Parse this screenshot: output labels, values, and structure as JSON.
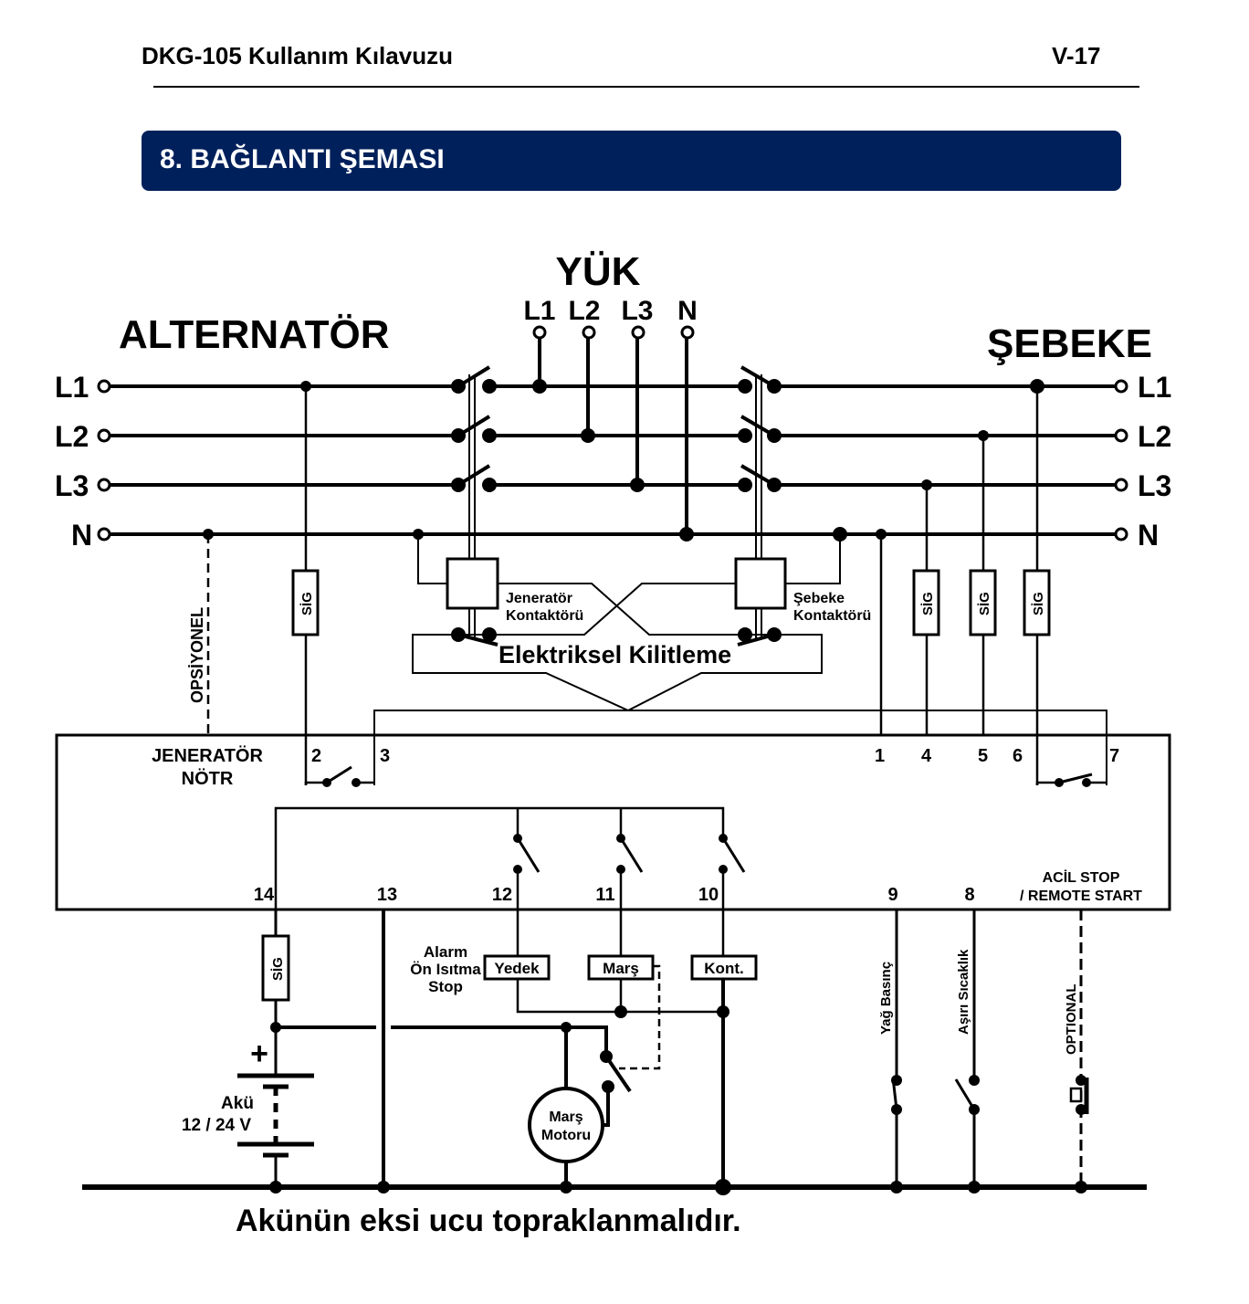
{
  "header": {
    "doc_title": "DKG-105 Kullanım Kılavuzu",
    "page": "V-17"
  },
  "section_title": "8. BAĞLANTI ŞEMASI",
  "diagram": {
    "load_title": "YÜK",
    "load_terms": [
      "L1",
      "L2",
      "L3",
      "N"
    ],
    "alternator_title": "ALTERNATÖR",
    "mains_title": "ŞEBEKE",
    "line_labels": [
      "L1",
      "L2",
      "L3",
      "N"
    ],
    "fuse_label": "SİG",
    "gen_contactor": [
      "Jeneratör",
      "Kontaktörü"
    ],
    "mains_contactor": [
      "Şebeke",
      "Kontaktörü"
    ],
    "interlock": "Elektriksel Kilitleme",
    "optional_v": "OPSİYONEL",
    "gen_neutral": [
      "JENERATÖR",
      "NÖTR"
    ],
    "top_terms": [
      "2",
      "3",
      "1",
      "4",
      "5",
      "6",
      "7"
    ],
    "bottom_terms": [
      "14",
      "13",
      "12",
      "11",
      "10",
      "9",
      "8"
    ],
    "estop": [
      "ACİL STOP",
      "/ REMOTE START"
    ],
    "alarm": [
      "Alarm",
      "Ön Isıtma",
      "Stop"
    ],
    "relay_boxes": [
      "Yedek",
      "Marş",
      "Kont."
    ],
    "battery_plus": "+",
    "battery": [
      "Akü",
      "12 / 24 V"
    ],
    "starter_motor": [
      "Marş",
      "Motoru"
    ],
    "oil_pressure": "Yağ Basınç",
    "over_temp": "Aşırı Sıcaklık",
    "optional_r": "OPTIONAL",
    "footer_note": "Akünün eksi ucu topraklanmalıdır."
  }
}
